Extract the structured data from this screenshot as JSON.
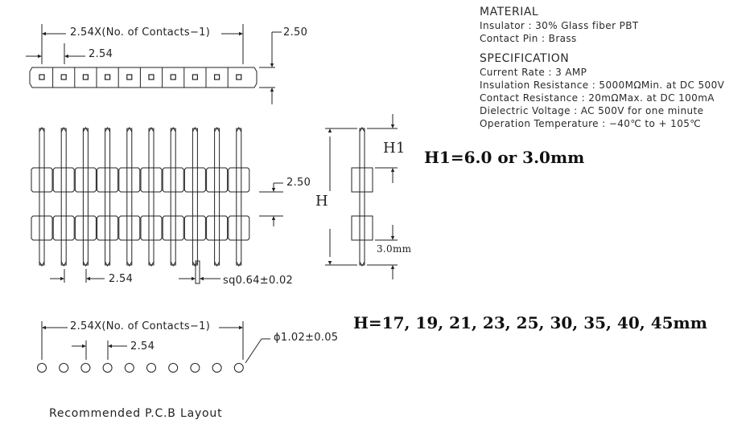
{
  "material": {
    "heading": "MATERIAL",
    "lines": [
      "Insulator : 30% Glass fiber PBT",
      "Contact Pin : Brass"
    ]
  },
  "specification": {
    "heading": "SPECIFICATION",
    "lines": [
      "Current Rate : 3 AMP",
      "Insulation Resistance : 5000MΩMin. at DC 500V",
      "Contact Resistance : 20mΩMax. at DC 100mA",
      "Dielectric Voltage : AC 500V for one minute",
      "Operation Temperature : −40℃ to + 105℃"
    ]
  },
  "h1_note": "H1=6.0 or 3.0mm",
  "h_note": "H=17, 19, 21, 23, 25, 30, 35, 40, 45mm",
  "dims": {
    "top_span": "2.54X(No. of Contacts−1)",
    "top_pitch": "2.54",
    "top_row": "2.50",
    "side_row": "2.50",
    "front_pitch": "2.54",
    "pin_sq": "sq0.64±0.02",
    "label_h1": "H1",
    "label_h": "H",
    "pin_tail": "3.0mm",
    "pcb_span": "2.54X(No. of Contacts−1)",
    "pcb_pitch": "2.54",
    "hole_dia": "ϕ1.02±0.05",
    "pcb_caption": "Recommended P.C.B Layout"
  },
  "contacts": 10
}
